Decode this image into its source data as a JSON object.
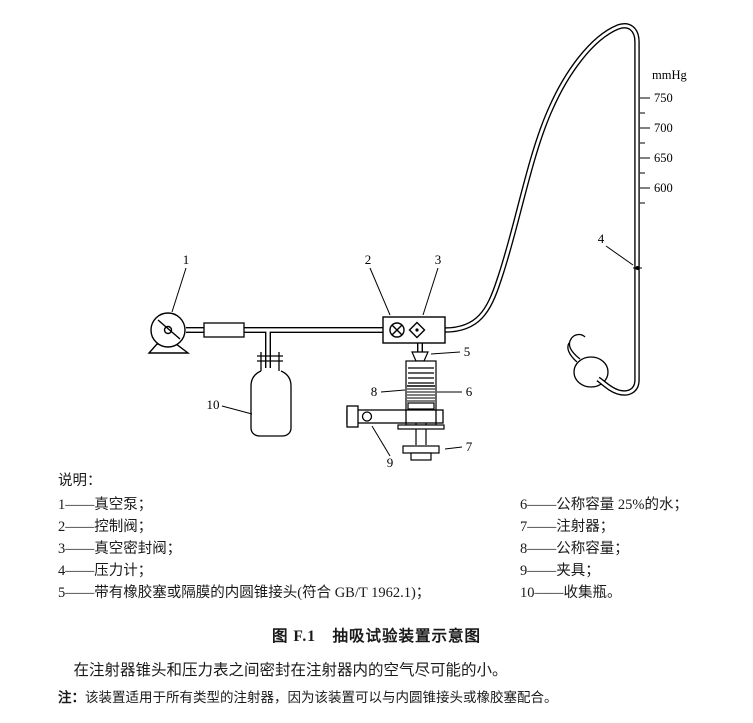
{
  "diagram": {
    "part_numbers": [
      "1",
      "2",
      "3",
      "4",
      "5",
      "6",
      "7",
      "8",
      "9",
      "10"
    ],
    "scale": {
      "unit": "mmHg",
      "ticks": [
        "750",
        "700",
        "650",
        "600"
      ]
    }
  },
  "legend": {
    "title": "说明：",
    "left": [
      "1——真空泵；",
      "2——控制阀；",
      "3——真空密封阀；",
      "4——压力计；",
      "5——带有橡胶塞或隔膜的内圆锥接头(符合 GB/T 1962.1)；"
    ],
    "right": [
      "6——公称容量 25%的水；",
      "7——注射器；",
      "8——公称容量；",
      "9——夹具；",
      "10——收集瓶。"
    ]
  },
  "caption": "图 F.1　抽吸试验装置示意图",
  "body": "在注射器锥头和压力表之间密封在注射器内的空气尽可能的小。",
  "note": {
    "label": "注：",
    "text": "该装置适用于所有类型的注射器，因为该装置可以与内圆锥接头或橡胶塞配合。"
  }
}
